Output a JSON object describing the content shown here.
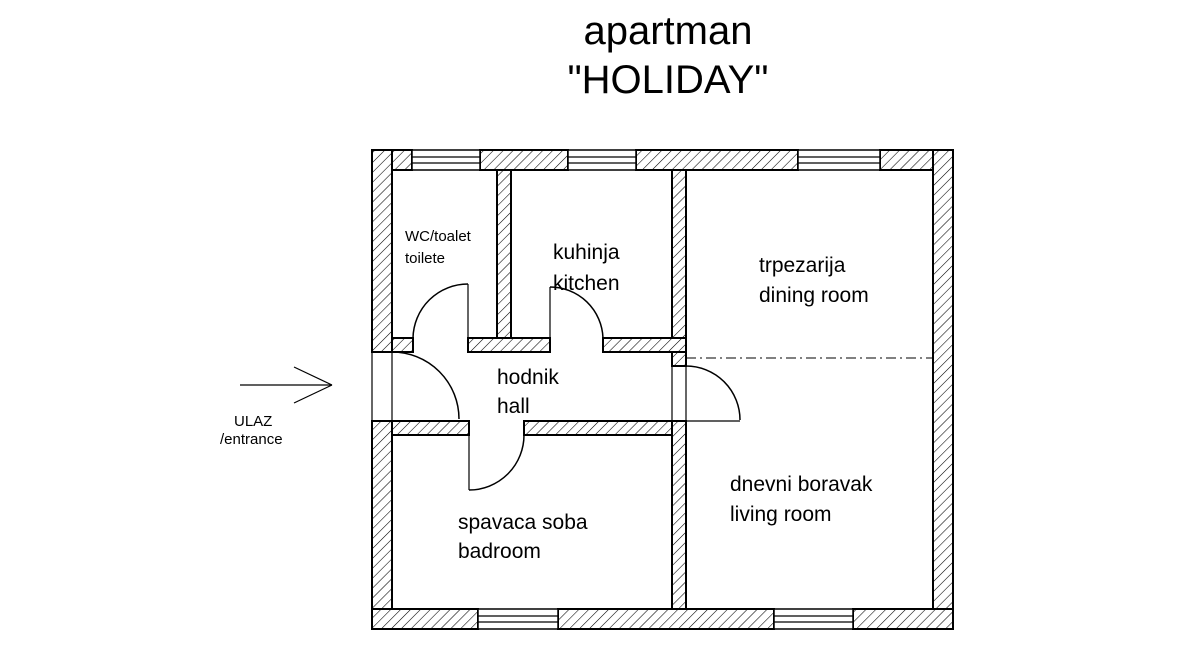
{
  "title": {
    "line1": "apartman",
    "line2": "\"HOLIDAY\""
  },
  "rooms": {
    "wc": {
      "line1": "WC/toalet",
      "line2": "toilete"
    },
    "kitchen": {
      "line1": "kuhinja",
      "line2": "kitchen"
    },
    "dining": {
      "line1": "trpezarija",
      "line2": "dining room"
    },
    "hall": {
      "line1": "hodnik",
      "line2": "hall"
    },
    "bedroom": {
      "line1": "spavaca soba",
      "line2": "badroom"
    },
    "living": {
      "line1": "dnevni boravak",
      "line2": "living room"
    }
  },
  "entrance": {
    "line1": "ULAZ",
    "line2": "/entrance"
  },
  "colors": {
    "line": "#000000",
    "background": "#ffffff"
  }
}
